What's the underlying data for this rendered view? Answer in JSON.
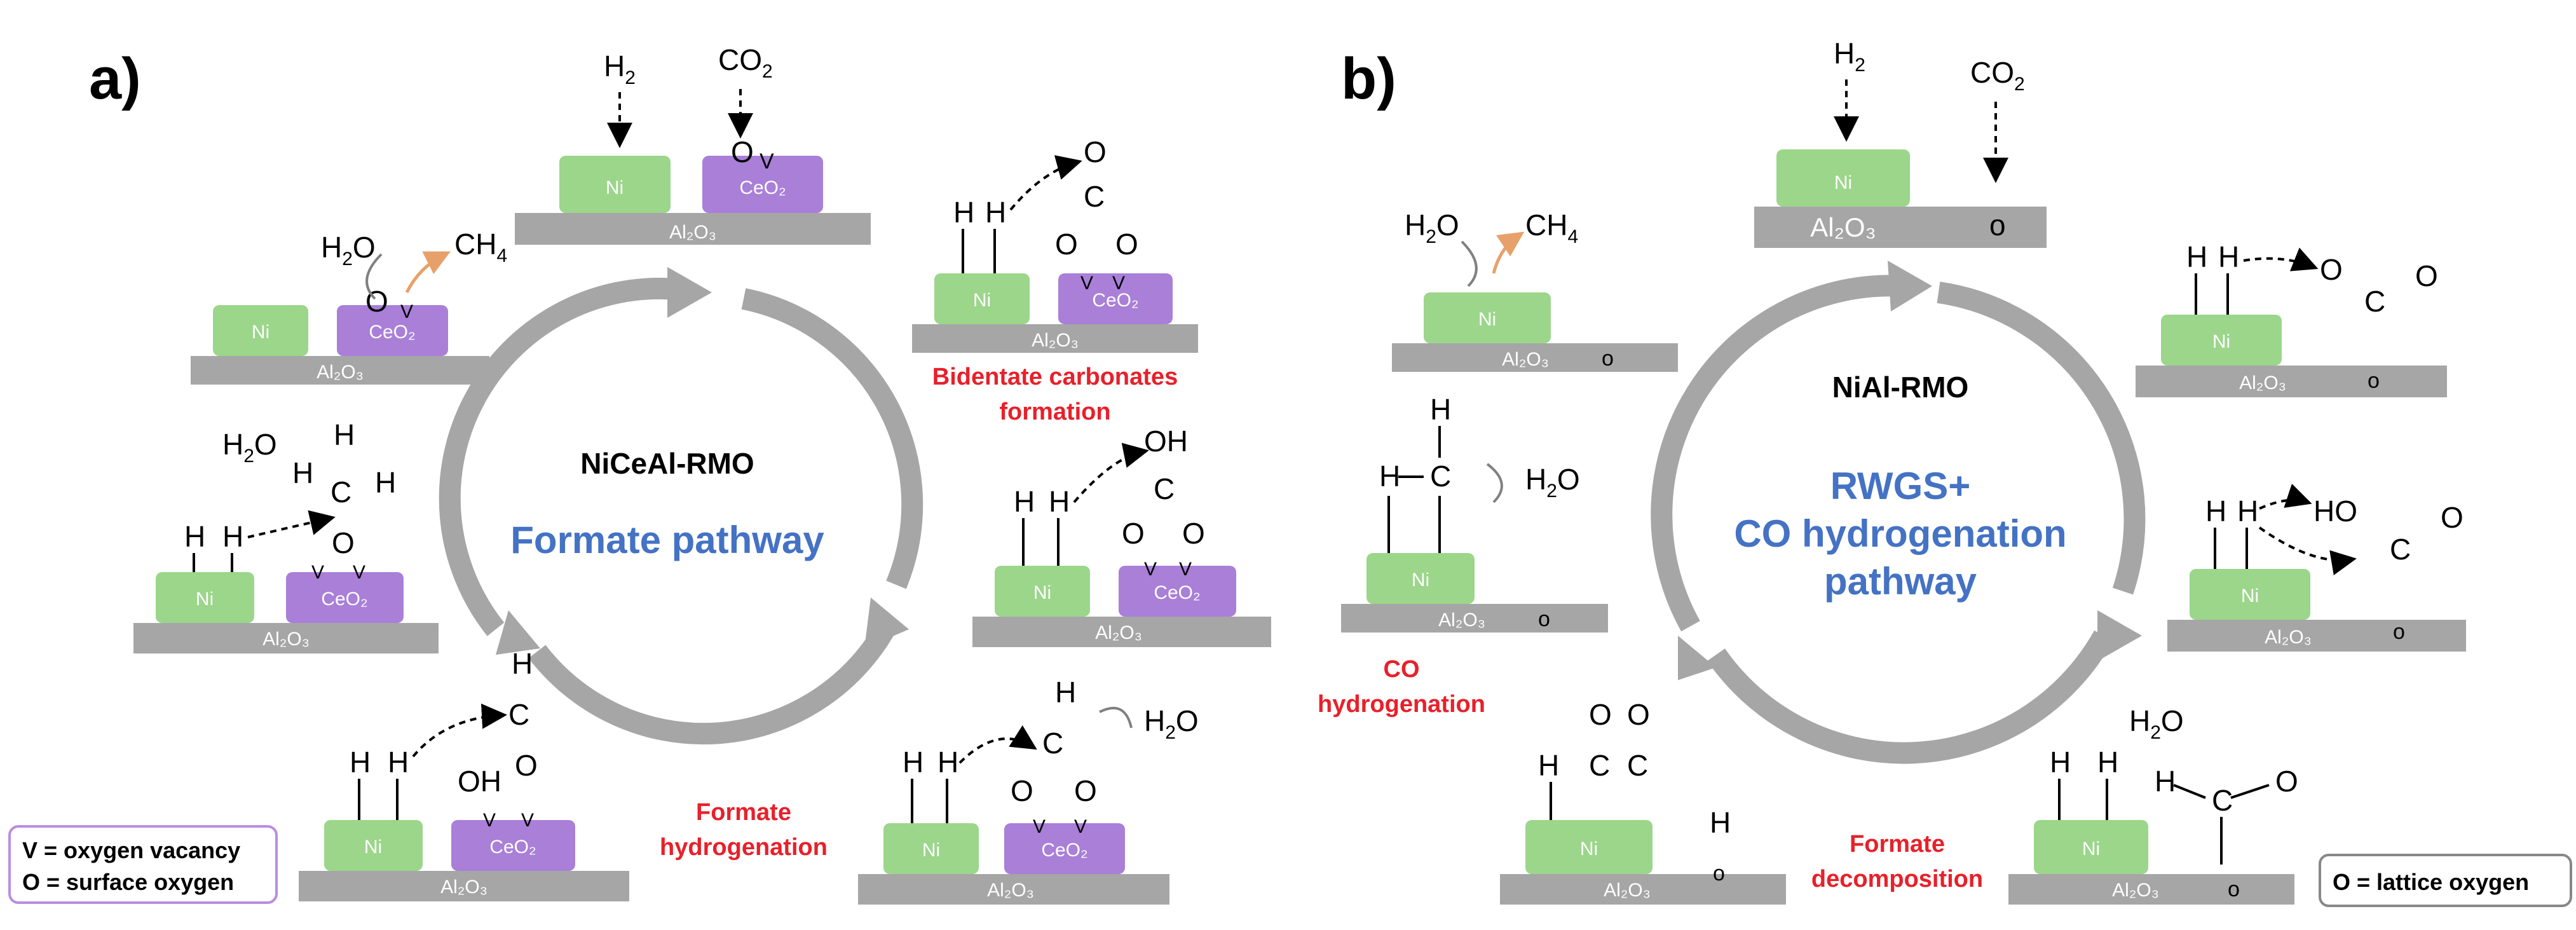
{
  "panel_a": {
    "label": "a)",
    "center_title": "NiCeAl-RMO",
    "pathway": "Formate pathway",
    "species": {
      "h2": "H",
      "h2_sub": "2",
      "co2": "CO",
      "co2_sub": "2",
      "h2o": "H",
      "h2o_sub": "2",
      "h2o_tail": "O",
      "ch4": "CH",
      "ch4_sub": "4"
    },
    "supports": {
      "ni": "Ni",
      "ceo2": "CeO",
      "ceo2_sub": "2",
      "al2o3": "Al",
      "al2o3_sub1": "2",
      "al2o3_mid": "O",
      "al2o3_sub2": "3"
    },
    "steps": {
      "bidentate": [
        "Bidentate carbonates",
        "formation"
      ],
      "formate_h": [
        "Formate",
        "hydrogenation"
      ]
    },
    "legend": [
      "V = oxygen vacancy",
      "O = surface oxygen"
    ]
  },
  "panel_b": {
    "label": "b)",
    "center_title": "NiAl-RMO",
    "pathway": [
      "RWGS+",
      "CO hydrogenation",
      "pathway"
    ],
    "steps": {
      "co_h": [
        "CO",
        "hydrogenation"
      ],
      "formate_d": [
        "Formate",
        "decomposition"
      ]
    },
    "legend": "O = lattice oxygen"
  },
  "colors": {
    "ni": "#9bd68a",
    "ceo2": "#a97fd8",
    "support": "#a6a6a6",
    "arrow": "#a6a6a6",
    "blue": "#4472c4",
    "red": "#e8202a",
    "legend_border": "#b98de0"
  }
}
